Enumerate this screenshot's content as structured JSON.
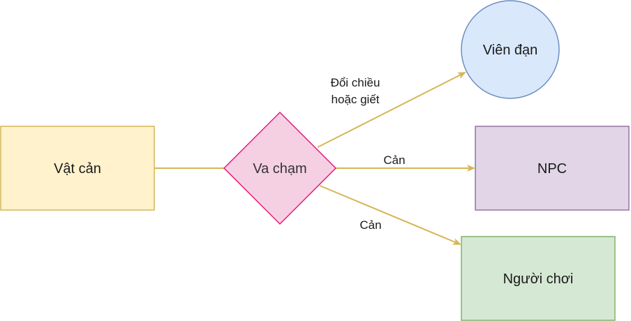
{
  "nodes": {
    "obstacle": {
      "label": "Vật cản",
      "fill": "#fff2cc",
      "stroke": "#d6b656"
    },
    "collision": {
      "label": "Va chạm",
      "fill": "#f5d0e3",
      "stroke": "#e6197a"
    },
    "bullet": {
      "label": "Viên đạn",
      "fill": "#dae8fc",
      "stroke": "#6c8ebf"
    },
    "npc": {
      "label": "NPC",
      "fill": "#e1d5e7",
      "stroke": "#9673a6"
    },
    "player": {
      "label": "Người chơi",
      "fill": "#d5e8d4",
      "stroke": "#82b366"
    }
  },
  "edges": {
    "to_bullet": {
      "label_line1": "Đổi chiều",
      "label_line2": "hoặc giết"
    },
    "to_npc": {
      "label": "Cản"
    },
    "to_player": {
      "label": "Cản"
    },
    "color": "#d6b656"
  }
}
